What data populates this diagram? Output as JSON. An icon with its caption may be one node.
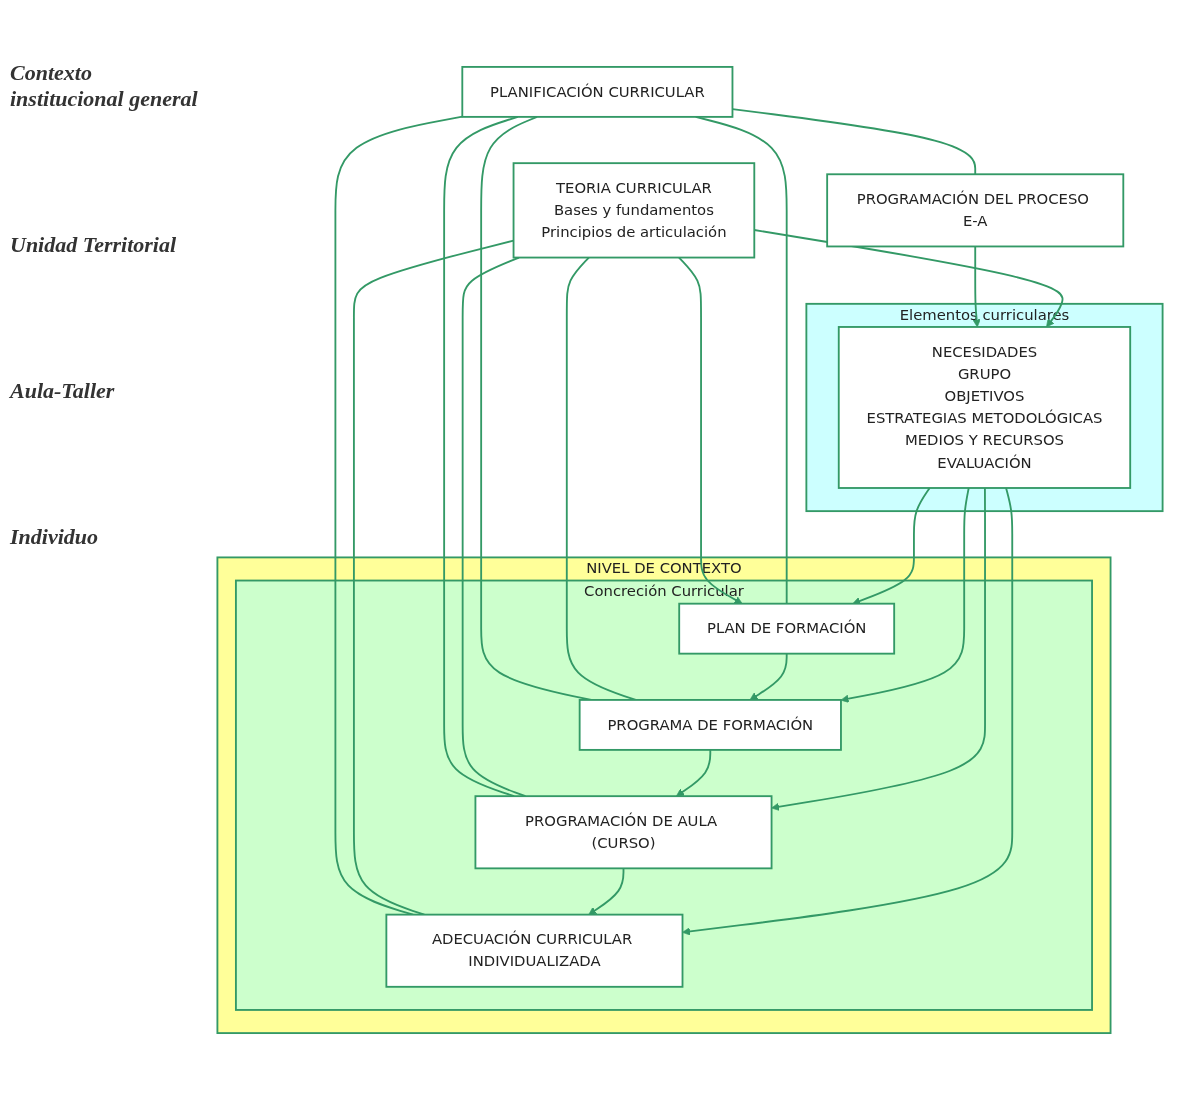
{
  "diagram": {
    "nodes": [
      {
        "text": [
          "PLANIFICACIÓN CURRICULAR"
        ]
      },
      {
        "text": [
          "PROGRAMACIÓN DEL PROCESO E-A"
        ]
      },
      {
        "text": [
          "TEORIA CURRICULAR",
          "Bases y fundamentos",
          "Principios de articulación"
        ]
      },
      {
        "text": [
          "NIVEL DE CONTEXTO"
        ]
      },
      {
        "text": [
          "Concreción Curricular"
        ],
        "in": 3
      },
      {
        "text": [
          "PLAN DE FORMACIÓN"
        ],
        "in": 4
      },
      {
        "text": [
          "PROGRAMA DE FORMACIÓN"
        ],
        "in": 4
      },
      {
        "text": [
          "PROGRAMACIÓN DE AULA (CURSO)"
        ],
        "in": 4
      },
      {
        "text": [
          "ADECUACIÓN CURRICULAR INDIVIDUALIZADA"
        ],
        "in": 4
      },
      {
        "text": [
          "Elementos curriculares"
        ]
      },
      {
        "text": [
          "NECESIDADES",
          "GRUPO",
          "OBJETIVOS",
          "ESTRATEGIAS METODOLÓGICAS",
          "MEDIOS Y RECURSOS",
          "EVALUACIÓN"
        ],
        "in": 9
      }
    ],
    "edges": [
      {
        "from": 0,
        "to": 1,
        "arrow": "none"
      },
      {
        "from": 2,
        "to": 5,
        "arrow": "to"
      },
      {
        "from": 1,
        "to": 10,
        "arrow": "to"
      },
      {
        "from": 2,
        "to": 10,
        "arrow": "to"
      },
      {
        "from": 0,
        "to": 5,
        "arrow": "none"
      },
      {
        "from": 0,
        "to": 6,
        "arrow": "none"
      },
      {
        "from": 0,
        "to": 7,
        "arrow": "none"
      },
      {
        "from": 0,
        "to": 8,
        "arrow": "none"
      },
      {
        "from": 2,
        "to": 6,
        "arrow": "none"
      },
      {
        "from": 2,
        "to": 7,
        "arrow": "none"
      },
      {
        "from": 2,
        "to": 8,
        "arrow": "none"
      },
      {
        "from": 5,
        "to": 6,
        "arrow": "to"
      },
      {
        "from": 6,
        "to": 7,
        "arrow": "to"
      },
      {
        "from": 7,
        "to": 8,
        "arrow": "to"
      },
      {
        "from": 10,
        "to": 5,
        "arrow": "to"
      },
      {
        "from": 10,
        "to": 6,
        "arrow": "to"
      },
      {
        "from": 10,
        "to": 7,
        "arrow": "to"
      },
      {
        "from": 10,
        "to": 8,
        "arrow": "to"
      }
    ],
    "labels": [
      "Contexto institucional general",
      "Unidad Territorial",
      "Aula-Taller",
      "Individuo"
    ]
  }
}
